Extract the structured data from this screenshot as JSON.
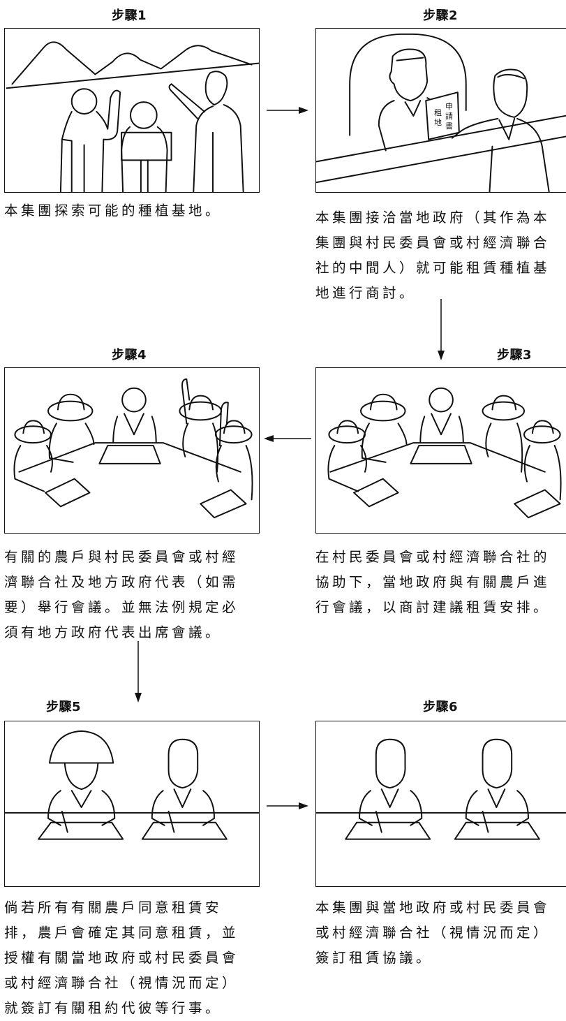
{
  "steps": [
    {
      "title": "步驟1",
      "caption": "本集團探索可能的種植基地。"
    },
    {
      "title": "步驟2",
      "caption": "本集團接洽當地政府（其作為本\n集團與村民委員會或村經濟聯合\n社的中間人）就可能租賃種植基\n地進行商討。"
    },
    {
      "title": "步驟3",
      "caption": "在村民委員會或村經濟聯合社的\n協助下，當地政府與有關農戶進\n行會議，以商討建議租賃安排。"
    },
    {
      "title": "步驟4",
      "caption": "有關的農戶與村民委員會或村經\n濟聯合社及地方政府代表（如需\n要）舉行會議。並無法例規定必\n須有地方政府代表出席會議。"
    },
    {
      "title": "步驟5",
      "caption": "倘若所有有關農戶同意租賃安\n排，農戶會確定其同意租賃，並\n授權有關當地政府或村民委員會\n或村經濟聯合社（視情況而定）\n就簽訂有關租約代彼等行事。"
    },
    {
      "title": "步驟6",
      "caption": "本集團與當地政府或村民委員會\n或村經濟聯合社（視情況而定）\n簽訂租賃協議。"
    }
  ],
  "document_text": {
    "text_1": "租",
    "text_2": "申",
    "text_3": "請",
    "text_4": "地",
    "text_5": "書"
  }
}
